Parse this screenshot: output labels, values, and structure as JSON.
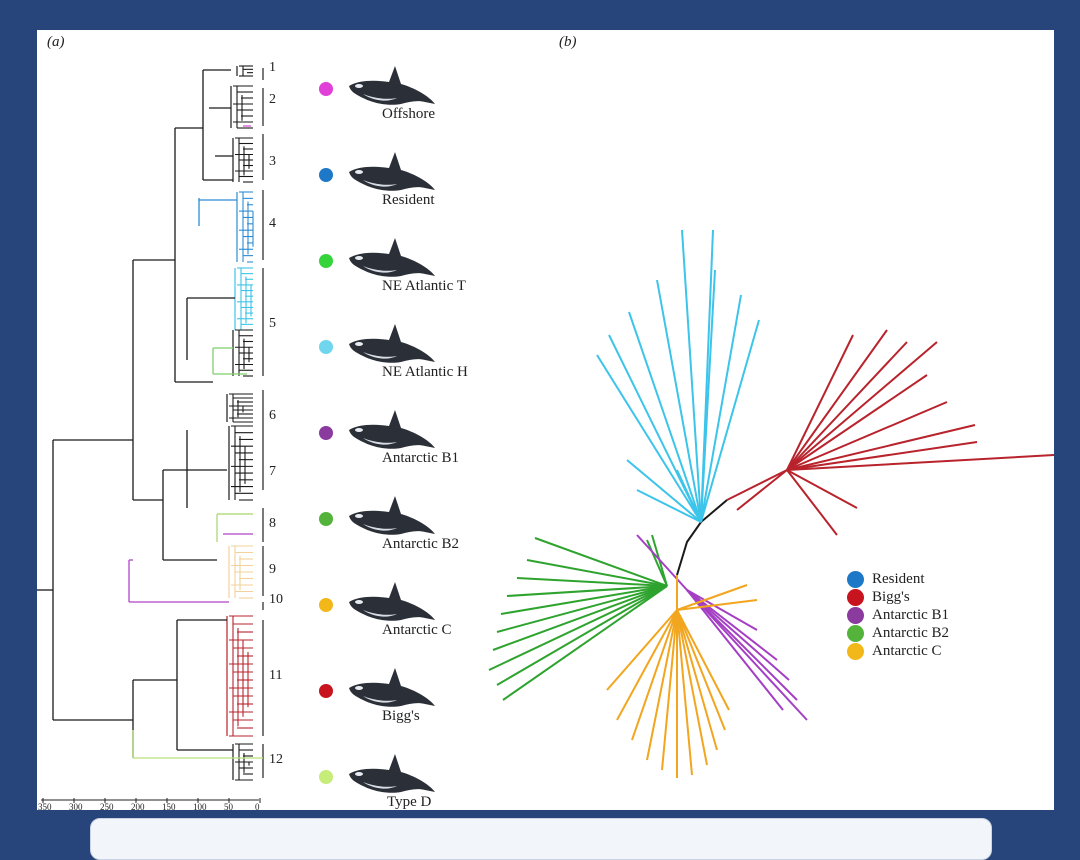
{
  "panels": {
    "a": "(a)",
    "b": "(b)"
  },
  "clades": [
    "1",
    "2",
    "3",
    "4",
    "5",
    "6",
    "7",
    "8",
    "9",
    "10",
    "11",
    "12"
  ],
  "ecotypes": [
    {
      "label": "Offshore",
      "color": "#e03fd8",
      "icon": "killer-whale-icon"
    },
    {
      "label": "Resident",
      "color": "#1e78c8",
      "icon": "killer-whale-icon"
    },
    {
      "label": "NE Atlantic T",
      "color": "#35d43a",
      "icon": "killer-whale-icon"
    },
    {
      "label": "NE Atlantic H",
      "color": "#6fd6ee",
      "icon": "killer-whale-icon"
    },
    {
      "label": "Antarctic B1",
      "color": "#8b3a9e",
      "icon": "killer-whale-icon"
    },
    {
      "label": "Antarctic B2",
      "color": "#54b33a",
      "icon": "killer-whale-icon"
    },
    {
      "label": "Antarctic C",
      "color": "#f2b81a",
      "icon": "killer-whale-icon"
    },
    {
      "label": "Bigg's",
      "color": "#c8141e",
      "icon": "killer-whale-icon"
    },
    {
      "label": "Type D",
      "color": "#c6ec7a",
      "icon": "killer-whale-icon"
    }
  ],
  "axis_ticks": [
    "350",
    "300",
    "250",
    "200",
    "150",
    "100",
    "50",
    "0"
  ],
  "legend": [
    {
      "label": "Resident",
      "color": "#1e78c8"
    },
    {
      "label": "Bigg's",
      "color": "#c8141e"
    },
    {
      "label": "Antarctic B1",
      "color": "#8b3a9e"
    },
    {
      "label": "Antarctic B2",
      "color": "#54b33a"
    },
    {
      "label": "Antarctic C",
      "color": "#f2b81a"
    }
  ],
  "branch_colors": {
    "black": "#1a1a1a",
    "blue": "#2c8bd6",
    "cyan": "#3cc4ea",
    "red": "#b8232c",
    "green": "#2ea32e",
    "purple": "#a43fc4",
    "orange": "#f2a51e",
    "lightgreen": "#b7e07a",
    "lightorange": "#f2d29a"
  }
}
